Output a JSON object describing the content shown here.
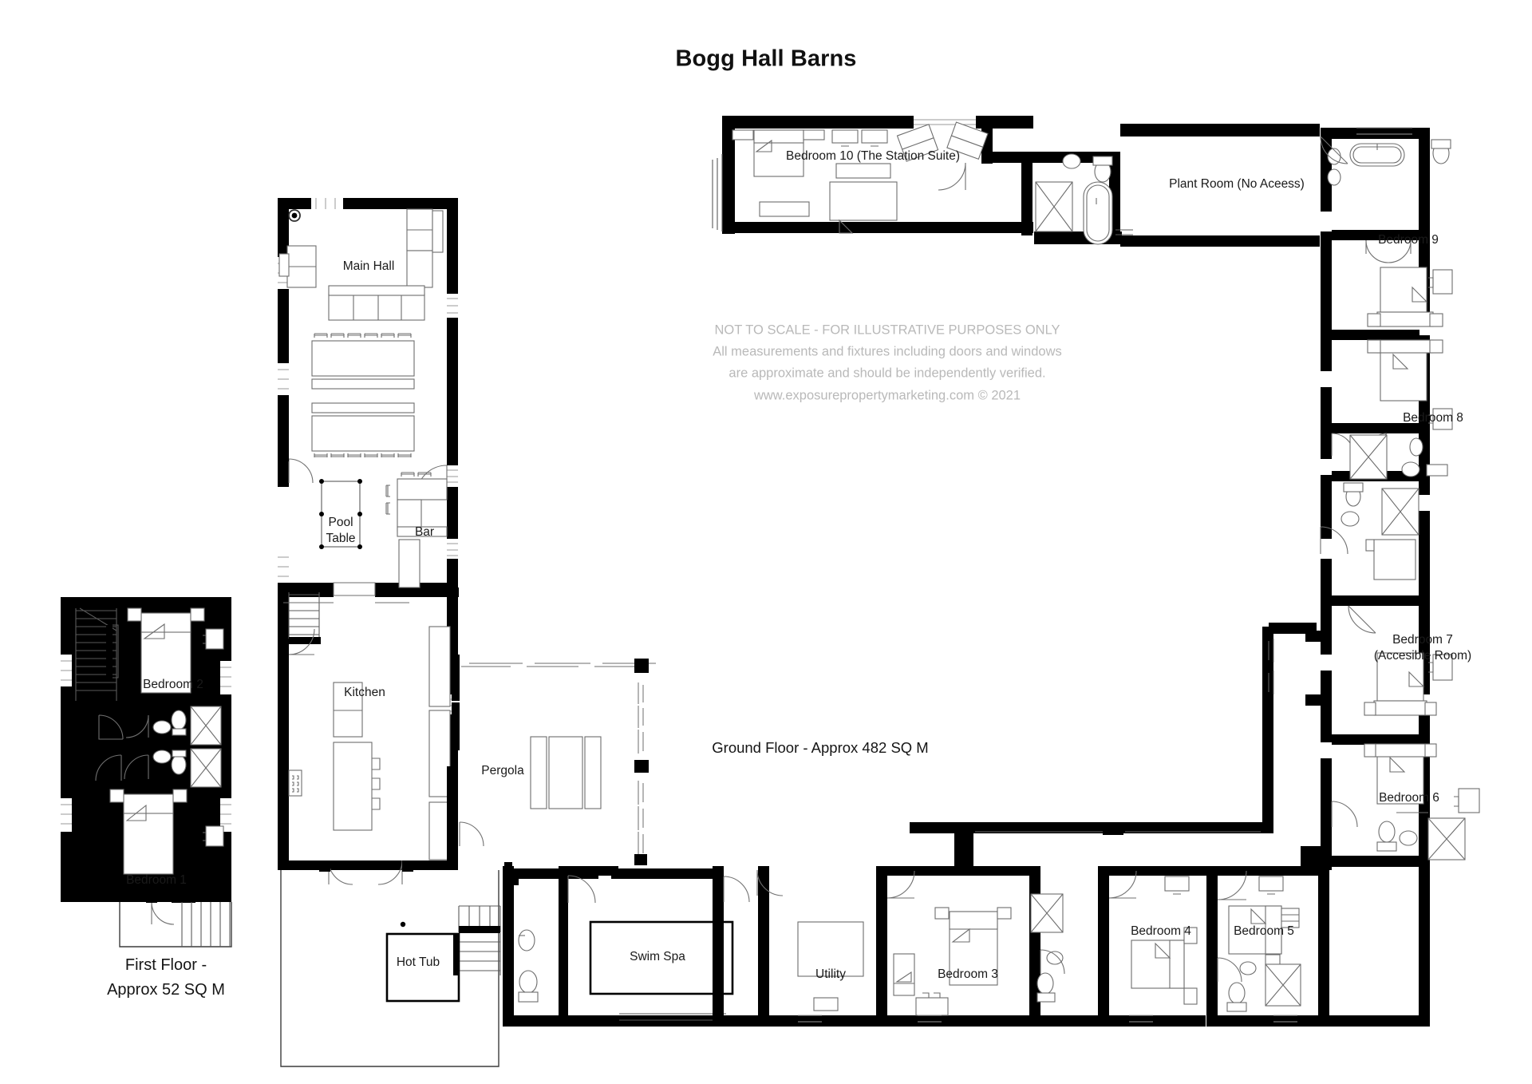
{
  "document": {
    "title": "Bogg Hall Barns",
    "type": "floor-plan",
    "background_color": "#ffffff",
    "line_color": "#000000",
    "text_color": "#1a1a1a",
    "disclaimer_color": "#b9b9b9"
  },
  "disclaimer": {
    "text": "NOT TO SCALE - FOR ILLUSTRATIVE PURPOSES ONLY\nAll measurements and fixtures including doors and windows\nare approximate and should be independently verified.\nwww.exposurepropertymarketing.com © 2021",
    "line1": "NOT TO SCALE - FOR ILLUSTRATIVE PURPOSES ONLY",
    "line2": "All measurements and fixtures including doors and windows",
    "line3": "are approximate and should be independently verified.",
    "line4": "www.exposurepropertymarketing.com © 2021"
  },
  "floors": {
    "ground": {
      "label": "Ground Floor - Approx 482 SQ M",
      "name": "Ground Floor",
      "area": "482 SQ M"
    },
    "first": {
      "label": "First Floor -\nApprox 52 SQ M",
      "name": "First Floor",
      "area": "52 SQ M"
    }
  },
  "rooms": {
    "main_hall": "Main Hall",
    "pool_table": "Pool\nTable",
    "bar": "Bar",
    "kitchen": "Kitchen",
    "pergola": "Pergola",
    "hot_tub": "Hot Tub",
    "swim_spa": "Swim Spa",
    "utility": "Utility",
    "plant_room": "Plant Room (No Aceess)",
    "bedroom_1": "Bedroom 1",
    "bedroom_2": "Bedroom 2",
    "bedroom_3": "Bedroom 3",
    "bedroom_4": "Bedroom 4",
    "bedroom_5": "Bedroom 5",
    "bedroom_6": "Bedroom 6",
    "bedroom_7": "Bedroom 7\n(Accesible Room)",
    "bedroom_8": "Bedroom 8",
    "bedroom_9": "Bedroom 9",
    "bedroom_10": "Bedroom 10 (The Station Suite)"
  }
}
